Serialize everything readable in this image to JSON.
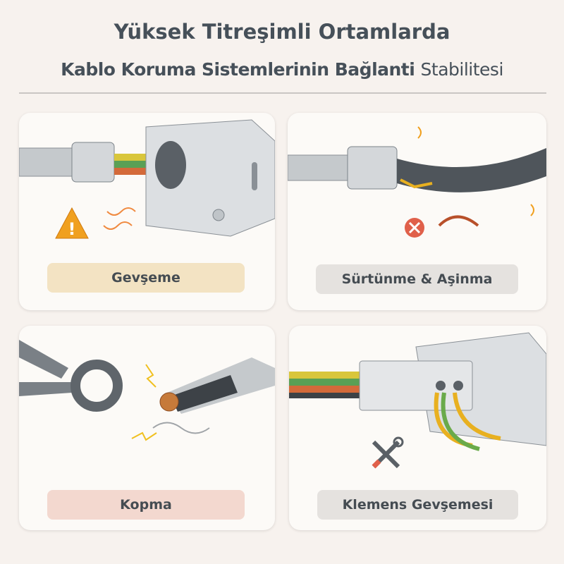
{
  "title": {
    "line1": "Yüksek Titreşimli Ortamlarda",
    "line2_main": "Kablo Koruma Sistemlerinin Bağlanti",
    "line2_light": "Stabilitesi"
  },
  "panels": [
    {
      "label": "Gevşeme",
      "color": "#f3e3c3"
    },
    {
      "label": "Sürtünme & Aşinma",
      "color": "#e5e2df"
    },
    {
      "label": "Kopma",
      "color": "#f3d8cf"
    },
    {
      "label": "Klemens Gevşemesi",
      "color": "#e5e2df"
    }
  ]
}
